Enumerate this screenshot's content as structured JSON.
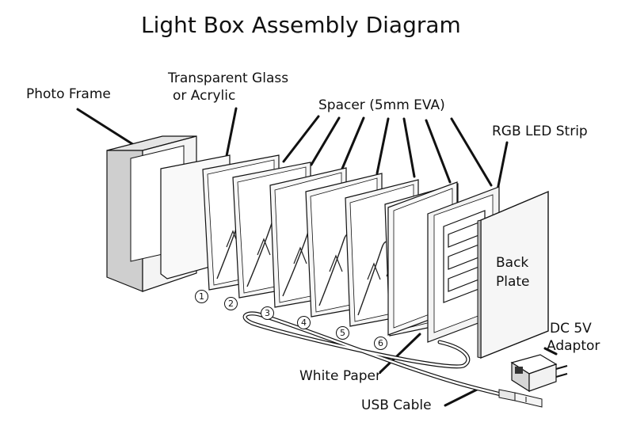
{
  "title": "Light Box Assembly Diagram",
  "labels": {
    "photo_frame": "Photo Frame",
    "glass_line1": "Transparent Glass",
    "glass_line2": "or Acrylic",
    "spacer": "Spacer (5mm EVA)",
    "rgb_led_strip": "RGB LED Strip",
    "back_plate_line1": "Back",
    "back_plate_line2": "Plate",
    "adaptor_line1": "DC 5V",
    "adaptor_line2": "Adaptor",
    "white_paper": "White Paper",
    "usb_cable": "USB Cable"
  },
  "layer_numbers": [
    "1",
    "2",
    "3",
    "4",
    "5",
    "6"
  ],
  "colors": {
    "line": "#111111",
    "frame_face": "#f2f2f2",
    "frame_side": "#c8c8c8",
    "panel": "#f7f7f7",
    "shadow": "#9a9a9a"
  }
}
